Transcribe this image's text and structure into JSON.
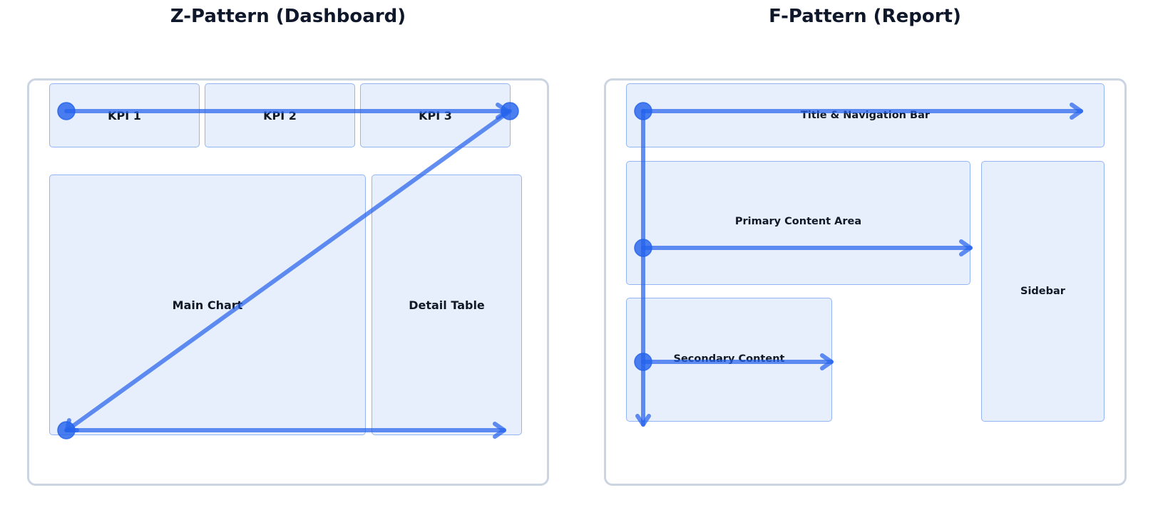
{
  "z_pattern": {
    "title": "Z-Pattern (Dashboard)",
    "kpi_1": "KPI 1",
    "kpi_2": "KPI 2",
    "kpi_3": "KPI 3",
    "main_chart": "Main Chart",
    "detail_table": "Detail Table"
  },
  "f_pattern": {
    "title": "F-Pattern (Report)",
    "title_nav_bar": "Title & Navigation Bar",
    "primary_content": "Primary Content Area",
    "secondary_content": "Secondary Content",
    "sidebar": "Sidebar"
  },
  "colors": {
    "path_stroke": "#2563eb",
    "box_fill": "#e8effc",
    "box_border": "#93b4f5",
    "frame_border": "#cbd5e1",
    "text": "#0f172a"
  }
}
